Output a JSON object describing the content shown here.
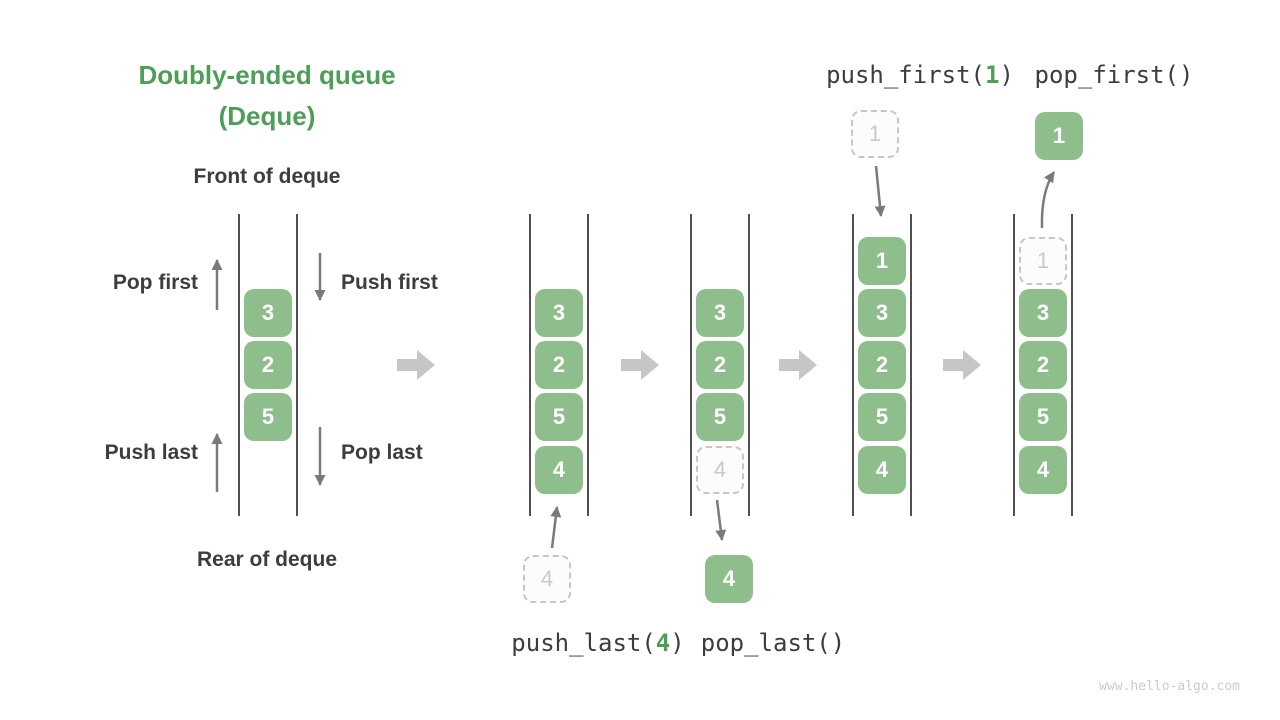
{
  "colors": {
    "box_green": "#8fbe8d",
    "title_green": "#4e9e58",
    "text_dark": "#3d3d3d",
    "small_arrow_gray": "#7a7a7a",
    "big_arrow_gray": "#c6c6c6",
    "ghost_border": "#c6c6c6",
    "ghost_text": "#c9c9c9",
    "rail_gray": "#4f4f4f",
    "watermark_gray": "#cbcbcb"
  },
  "overview": {
    "title_line1": "Doubly-ended queue",
    "title_line2": "(Deque)",
    "front_label": "Front of deque",
    "rear_label": "Rear of deque",
    "pop_first_label": "Pop first",
    "push_first_label": "Push first",
    "push_last_label": "Push last",
    "pop_last_label": "Pop last"
  },
  "operations": {
    "push_last": {
      "name": "push_last(",
      "arg": "4",
      "close": ")"
    },
    "pop_last": {
      "name": "pop_last()"
    },
    "push_first": {
      "name": "push_first(",
      "arg": "1",
      "close": ")"
    },
    "pop_first": {
      "name": "pop_first()"
    }
  },
  "states": {
    "s1": {
      "cells": [
        "3",
        "2",
        "5"
      ]
    },
    "s2": {
      "cells": [
        "3",
        "2",
        "5",
        "4"
      ],
      "incoming": "4"
    },
    "s3": {
      "cells": [
        "3",
        "2",
        "5"
      ],
      "ghost": "4",
      "outgoing": "4"
    },
    "s4": {
      "cells": [
        "1",
        "3",
        "2",
        "5",
        "4"
      ],
      "incoming": "1"
    },
    "s5": {
      "cells": [
        "3",
        "2",
        "5",
        "4"
      ],
      "ghost": "1",
      "outgoing": "1"
    }
  },
  "watermark": "www.hello-algo.com"
}
